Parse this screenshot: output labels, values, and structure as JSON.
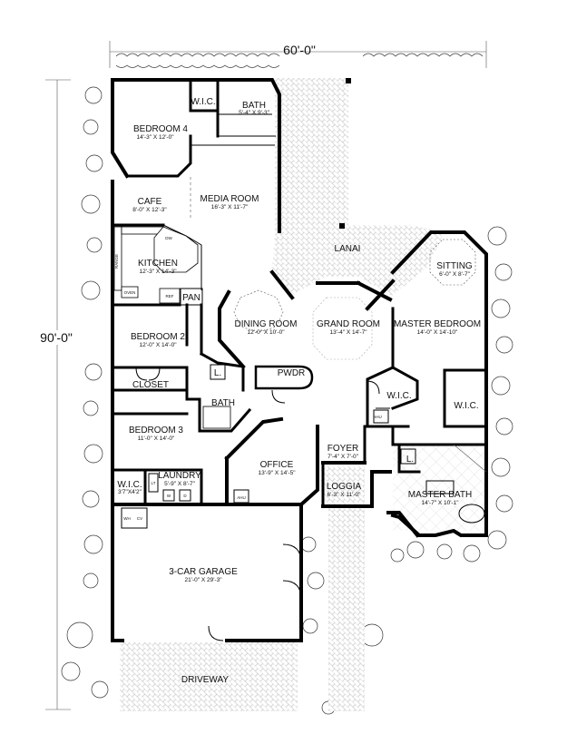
{
  "dimensions": {
    "width": "60'-0\"",
    "depth": "90'-0\""
  },
  "rooms": {
    "wic_top": {
      "name": "W.I.C."
    },
    "bath_top": {
      "name": "BATH",
      "size": "5'-4\" X 9'-3\""
    },
    "bedroom4": {
      "name": "BEDROOM 4",
      "size": "14'-3\" X 12'-0\""
    },
    "cafe": {
      "name": "CAFE",
      "size": "8'-0\" X 12'-3\""
    },
    "media_room": {
      "name": "MEDIA ROOM",
      "size": "16'-3\" X 11'-7\""
    },
    "lanai": {
      "name": "LANAI"
    },
    "sitting": {
      "name": "SITTING",
      "size": "6'-0\" X 8'-7\""
    },
    "kitchen": {
      "name": "KITCHEN",
      "size": "12'-3\" X 14'-3\""
    },
    "pan": {
      "name": "PAN"
    },
    "dining_room": {
      "name": "DINING ROOM",
      "size": "12'-0\" X 10'-0\""
    },
    "grand_room": {
      "name": "GRAND ROOM",
      "size": "13'-4\" X 14'-7\""
    },
    "master_bedroom": {
      "name": "MASTER BEDROOM",
      "size": "14'-0\" X 14'-10\""
    },
    "bedroom2": {
      "name": "BEDROOM 2",
      "size": "12'-0\" X 14'-0\""
    },
    "closet": {
      "name": "CLOSET"
    },
    "linen": {
      "name": "L."
    },
    "bath_mid": {
      "name": "BATH"
    },
    "pwdr": {
      "name": "PWDR"
    },
    "wic_master1": {
      "name": "W.I.C."
    },
    "wic_master2": {
      "name": "W.I.C."
    },
    "bedroom3": {
      "name": "BEDROOM 3",
      "size": "11'-0\" X 14'-0\""
    },
    "office": {
      "name": "OFFICE",
      "size": "13'-9\" X 14'-5\""
    },
    "foyer": {
      "name": "FOYER",
      "size": "7'-4\" X 7'-0\""
    },
    "loggia": {
      "name": "LOGGIA",
      "size": "6'-3\" X 11'-0\""
    },
    "linen_master": {
      "name": "L."
    },
    "master_bath": {
      "name": "MASTER BATH",
      "size": "14'-7\" X 10'-1\""
    },
    "wic_small": {
      "name": "W.I.C.",
      "size": "3'7\"X4'2\""
    },
    "laundry": {
      "name": "LAUNDRY",
      "size": "5'-9\" X 8'-7\""
    },
    "garage": {
      "name": "3-CAR GARAGE",
      "size": "21'-0\" X 29'-3\""
    },
    "driveway": {
      "name": "DRIVEWAY"
    }
  },
  "fixtures": {
    "range": "RANGE",
    "dw": "DW",
    "ref": "REF",
    "oven": "OVEN",
    "ahu": "AHU",
    "wh": "WH",
    "cv": "CV",
    "lt": "LT",
    "w": "W",
    "d": "D"
  }
}
